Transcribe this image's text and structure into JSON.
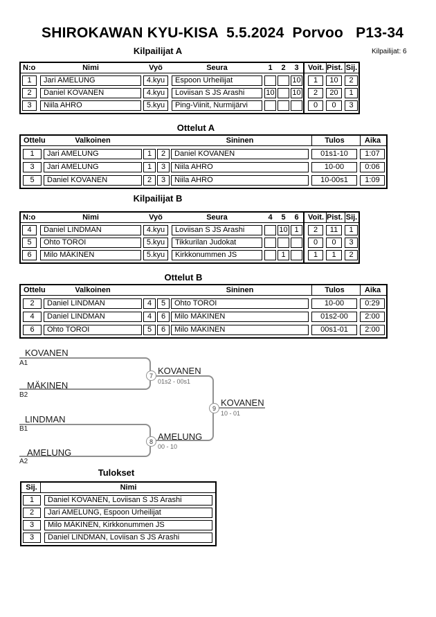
{
  "page": {
    "title": "SHIROKAWAN KYU-KISA  5.5.2024  Porvoo   P13-34",
    "competitors_label": "Kilpailijat: 6"
  },
  "pool_a": {
    "title": "Kilpailijat A",
    "headers": {
      "no": "N:o",
      "name": "Nimi",
      "belt": "Vyö",
      "club": "Seura",
      "c1": "1",
      "c2": "2",
      "c3": "3",
      "wins": "Voit.",
      "pts": "Pist.",
      "place": "Sij."
    },
    "rows": [
      {
        "no": "1",
        "name": "Jari AMELUNG",
        "belt": "4.kyu",
        "club": "Espoon Urheilijat",
        "c1": "",
        "c2": "",
        "c3": "10",
        "wins": "1",
        "pts": "10",
        "place": "2"
      },
      {
        "no": "2",
        "name": "Daniel KOVANEN",
        "belt": "4.kyu",
        "club": "Loviisan S JS Arashi",
        "c1": "10",
        "c2": "",
        "c3": "10",
        "wins": "2",
        "pts": "20",
        "place": "1"
      },
      {
        "no": "3",
        "name": "Niila AHRO",
        "belt": "5.kyu",
        "club": "Ping-Viinit, Nurmijärvi",
        "c1": "",
        "c2": "",
        "c3": "",
        "wins": "0",
        "pts": "0",
        "place": "3"
      }
    ]
  },
  "matches_a": {
    "title": "Ottelut A",
    "headers": {
      "match": "Ottelu",
      "white": "Valkoinen",
      "blue": "Sininen",
      "result": "Tulos",
      "time": "Aika"
    },
    "rows": [
      {
        "match": "1",
        "white": "Jari AMELUNG",
        "wno": "1",
        "bno": "2",
        "blue": "Daniel KOVANEN",
        "result": "01s1-10",
        "time": "1:07"
      },
      {
        "match": "3",
        "white": "Jari AMELUNG",
        "wno": "1",
        "bno": "3",
        "blue": "Niila AHRO",
        "result": "10-00",
        "time": "0:06"
      },
      {
        "match": "5",
        "white": "Daniel KOVANEN",
        "wno": "2",
        "bno": "3",
        "blue": "Niila AHRO",
        "result": "10-00s1",
        "time": "1:09"
      }
    ]
  },
  "pool_b": {
    "title": "Kilpailijat B",
    "headers": {
      "no": "N:o",
      "name": "Nimi",
      "belt": "Vyö",
      "club": "Seura",
      "c1": "4",
      "c2": "5",
      "c3": "6",
      "wins": "Voit.",
      "pts": "Pist.",
      "place": "Sij."
    },
    "rows": [
      {
        "no": "4",
        "name": "Daniel LINDMAN",
        "belt": "4.kyu",
        "club": "Loviisan S JS Arashi",
        "c1": "",
        "c2": "10",
        "c3": "1",
        "wins": "2",
        "pts": "11",
        "place": "1"
      },
      {
        "no": "5",
        "name": "Ohto TOROI",
        "belt": "5.kyu",
        "club": "Tikkurilan Judokat",
        "c1": "",
        "c2": "",
        "c3": "",
        "wins": "0",
        "pts": "0",
        "place": "3"
      },
      {
        "no": "6",
        "name": "Milo MÄKINEN",
        "belt": "5.kyu",
        "club": "Kirkkonummen JS",
        "c1": "",
        "c2": "1",
        "c3": "",
        "wins": "1",
        "pts": "1",
        "place": "2"
      }
    ]
  },
  "matches_b": {
    "title": "Ottelut B",
    "headers": {
      "match": "Ottelu",
      "white": "Valkoinen",
      "blue": "Sininen",
      "result": "Tulos",
      "time": "Aika"
    },
    "rows": [
      {
        "match": "2",
        "white": "Daniel LINDMAN",
        "wno": "4",
        "bno": "5",
        "blue": "Ohto TOROI",
        "result": "10-00",
        "time": "0:29"
      },
      {
        "match": "4",
        "white": "Daniel LINDMAN",
        "wno": "4",
        "bno": "6",
        "blue": "Milo MÄKINEN",
        "result": "01s2-00",
        "time": "2:00"
      },
      {
        "match": "6",
        "white": "Ohto TOROI",
        "wno": "5",
        "bno": "6",
        "blue": "Milo MÄKINEN",
        "result": "00s1-01",
        "time": "2:00"
      }
    ]
  },
  "bracket": {
    "slot1": {
      "name": "KOVANEN",
      "seed": "A1"
    },
    "slot2": {
      "name": "MÄKINEN",
      "seed": "B2"
    },
    "slot3": {
      "name": "LINDMAN",
      "seed": "B1"
    },
    "slot4": {
      "name": "AMELUNG",
      "seed": "A2"
    },
    "match7": {
      "no": "7",
      "winner": "KOVANEN",
      "score": "01s2 - 00s1"
    },
    "match8": {
      "no": "8",
      "winner": "AMELUNG",
      "score": "00 - 10"
    },
    "match9": {
      "no": "9",
      "winner": "KOVANEN",
      "score": "10 - 01"
    }
  },
  "results": {
    "title": "Tulokset",
    "headers": {
      "place": "Sij.",
      "name": "Nimi"
    },
    "rows": [
      {
        "place": "1",
        "name": "Daniel KOVANEN, Loviisan S JS Arashi"
      },
      {
        "place": "2",
        "name": "Jari AMELUNG, Espoon Urheilijat"
      },
      {
        "place": "3",
        "name": "Milo MÄKINEN, Kirkkonummen JS"
      },
      {
        "place": "3",
        "name": "Daniel LINDMAN, Loviisan S JS Arashi"
      }
    ]
  }
}
